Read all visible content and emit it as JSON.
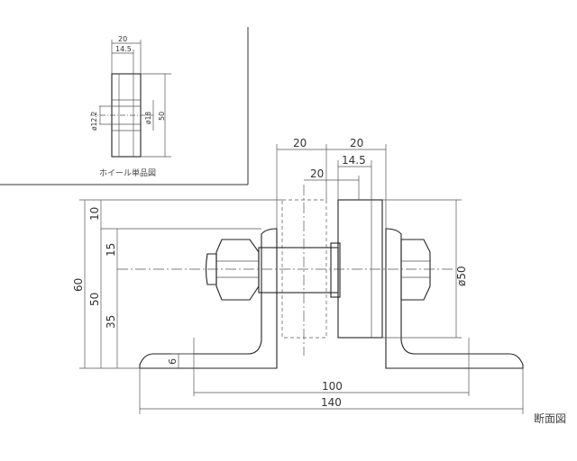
{
  "inset": {
    "caption": "ホイール単品図",
    "dims": {
      "width_outer": "20",
      "width_inner": "14.5",
      "bore_diameter": "ø12.2",
      "hub_diameter": "ø18",
      "height": "50"
    }
  },
  "section": {
    "title": "断面図",
    "dims": {
      "wheel_width_top_left": "20",
      "wheel_width_top_right": "20",
      "wheel_inner_width": "14.5",
      "bracket_gap": "20",
      "total_height": "60",
      "height_50": "50",
      "top_offset": "10",
      "axle_offset": "15",
      "lower_height": "35",
      "wheel_diameter": "ø50",
      "plate_thickness": "6",
      "hole_pitch": "100",
      "base_length": "140"
    }
  }
}
